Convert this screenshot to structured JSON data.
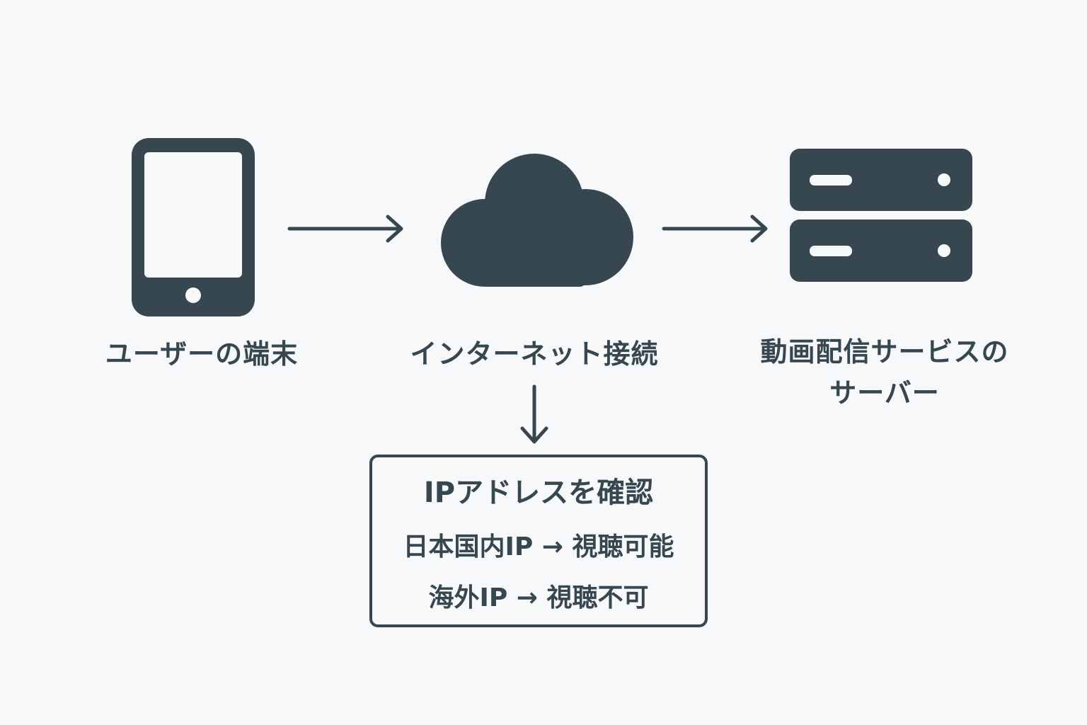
{
  "diagram": {
    "nodes": [
      {
        "id": "device",
        "icon": "smartphone-icon",
        "label": "ユーザーの端末"
      },
      {
        "id": "internet",
        "icon": "cloud-icon",
        "label": "インターネット接続"
      },
      {
        "id": "server",
        "icon": "server-icon",
        "label_line1": "動画配信サービスの",
        "label_line2": "サーバー"
      }
    ],
    "edges": [
      {
        "from": "device",
        "to": "internet"
      },
      {
        "from": "internet",
        "to": "server"
      },
      {
        "from": "internet",
        "to": "ip-check"
      }
    ],
    "ip_check": {
      "title": "IPアドレスを確認",
      "domestic": "日本国内IP → 視聴可能",
      "overseas": "海外IP → 視聴不可"
    }
  },
  "colors": {
    "ink": "#37474f",
    "background": "#f7f8fa"
  }
}
